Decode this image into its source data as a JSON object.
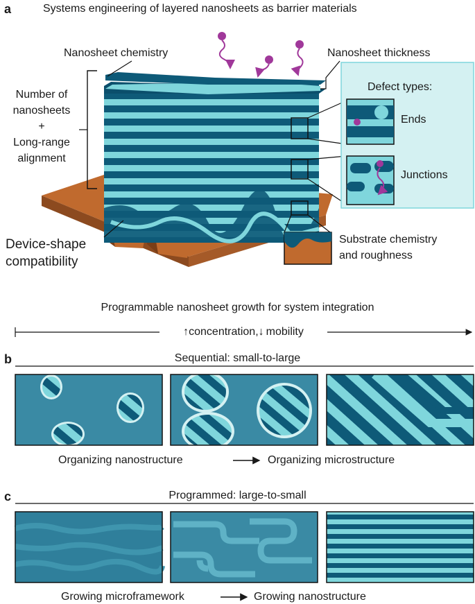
{
  "panel_a": {
    "letter": "a",
    "title": "Systems engineering of layered nanosheets as barrier materials",
    "labels": {
      "chemistry": "Nanosheet chemistry",
      "thickness": "Nanosheet thickness",
      "number_1": "Number of",
      "number_2": "nanosheets",
      "number_3": "+",
      "number_4": "Long-range",
      "number_5": "alignment",
      "defect_title": "Defect types:",
      "ends": "Ends",
      "junctions": "Junctions",
      "substrate_1": "Substrate chemistry",
      "substrate_2": "and roughness",
      "device_1": "Device-shape",
      "device_2": "compatibility"
    }
  },
  "growth": {
    "title": "Programmable nanosheet growth for system integration",
    "axis_prefix": "concentration,",
    "axis_suffix": "mobility"
  },
  "panel_b": {
    "letter": "b",
    "title": "Sequential: small-to-large",
    "caption_left": "Organizing nanostructure",
    "caption_right": "Organizing microstructure"
  },
  "panel_c": {
    "letter": "c",
    "title": "Programmed: large-to-small",
    "caption_left": "Growing microframework",
    "caption_right": "Growing nanostructure"
  },
  "colors": {
    "dark_teal": "#0e5a78",
    "light_cyan": "#7fd6dc",
    "pale_cyan": "#d4f1f2",
    "panel_teal": "#3a8aa4",
    "substrate": "#c06a2e",
    "molecule": "#a0389a"
  }
}
